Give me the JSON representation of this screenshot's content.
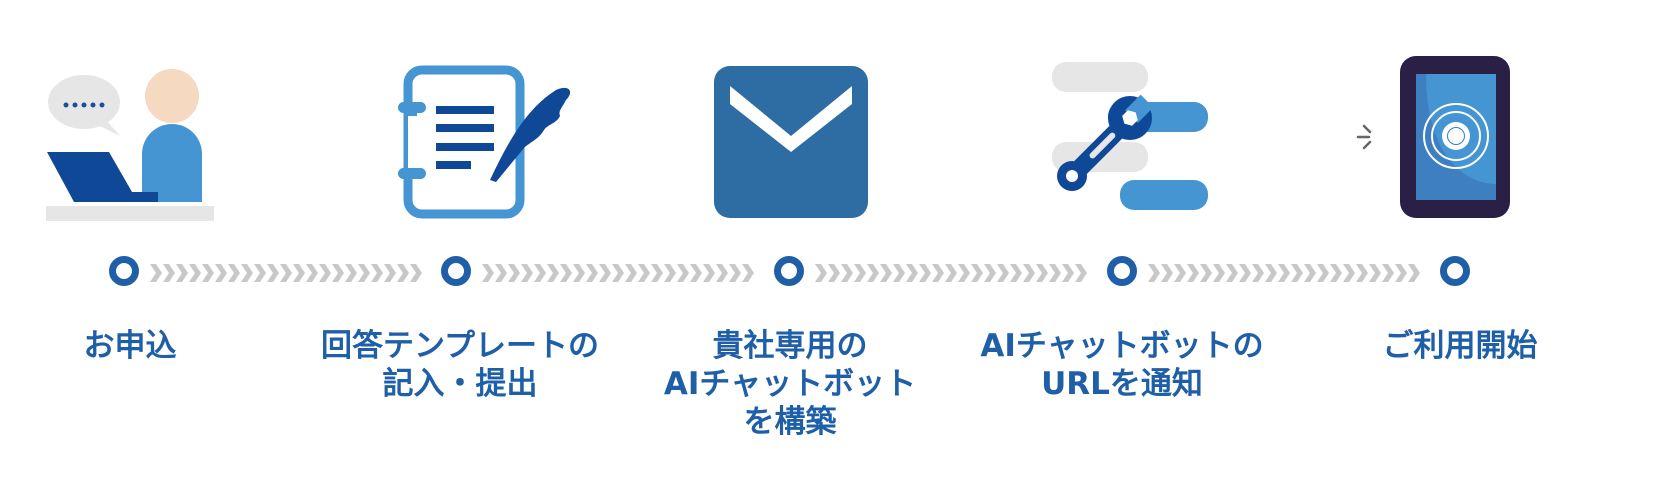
{
  "flow": {
    "colors": {
      "primary": "#1f5fa8",
      "dark_blue": "#0f4896",
      "light_blue": "#4495d1",
      "steel_blue": "#2e6da4",
      "gray": "#e6e6e6",
      "chevron_gray": "#c8c8c8",
      "skin": "#f5d9c1",
      "phone_frame": "#2a1f45"
    },
    "steps": [
      {
        "icon": "person-laptop-chat-icon",
        "label_lines": [
          "お申込"
        ]
      },
      {
        "icon": "notebook-quill-icon",
        "label_lines": [
          "回答テンプレートの",
          "記入・提出"
        ]
      },
      {
        "icon": "envelope-icon",
        "label_lines": [
          "貴社専用の",
          "AIチャットボット",
          "を構築"
        ]
      },
      {
        "icon": "wrench-settings-icon",
        "label_lines": [
          "AIチャットボットの",
          "URLを通知"
        ]
      },
      {
        "icon": "smartphone-tap-icon",
        "label_lines": [
          "ご利用開始"
        ]
      }
    ]
  }
}
